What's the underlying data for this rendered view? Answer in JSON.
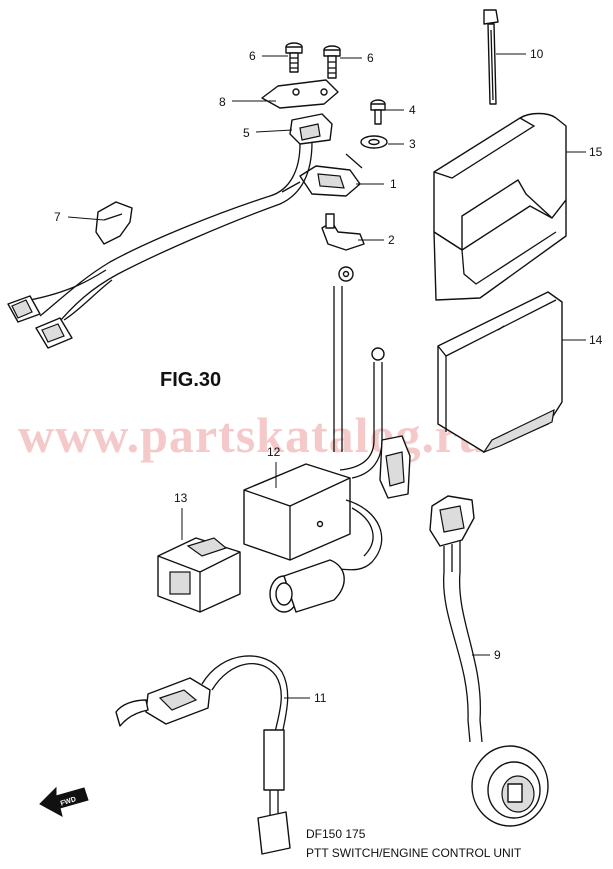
{
  "figure": {
    "title": "FIG.30",
    "model": "DF150 175",
    "caption": "PTT SWITCH/ENGINE CONTROL UNIT",
    "watermark": "www.partskatalog.ru",
    "direction_badge": "FWD"
  },
  "callouts": [
    {
      "id": "1",
      "label": "1"
    },
    {
      "id": "2",
      "label": "2"
    },
    {
      "id": "3",
      "label": "3"
    },
    {
      "id": "4",
      "label": "4"
    },
    {
      "id": "5",
      "label": "5"
    },
    {
      "id": "6a",
      "label": "6"
    },
    {
      "id": "6b",
      "label": "6"
    },
    {
      "id": "7",
      "label": "7"
    },
    {
      "id": "8",
      "label": "8"
    },
    {
      "id": "9",
      "label": "9"
    },
    {
      "id": "10",
      "label": "10"
    },
    {
      "id": "11",
      "label": "11"
    },
    {
      "id": "12",
      "label": "12"
    },
    {
      "id": "13",
      "label": "13"
    },
    {
      "id": "14",
      "label": "14"
    },
    {
      "id": "15",
      "label": "15"
    }
  ]
}
